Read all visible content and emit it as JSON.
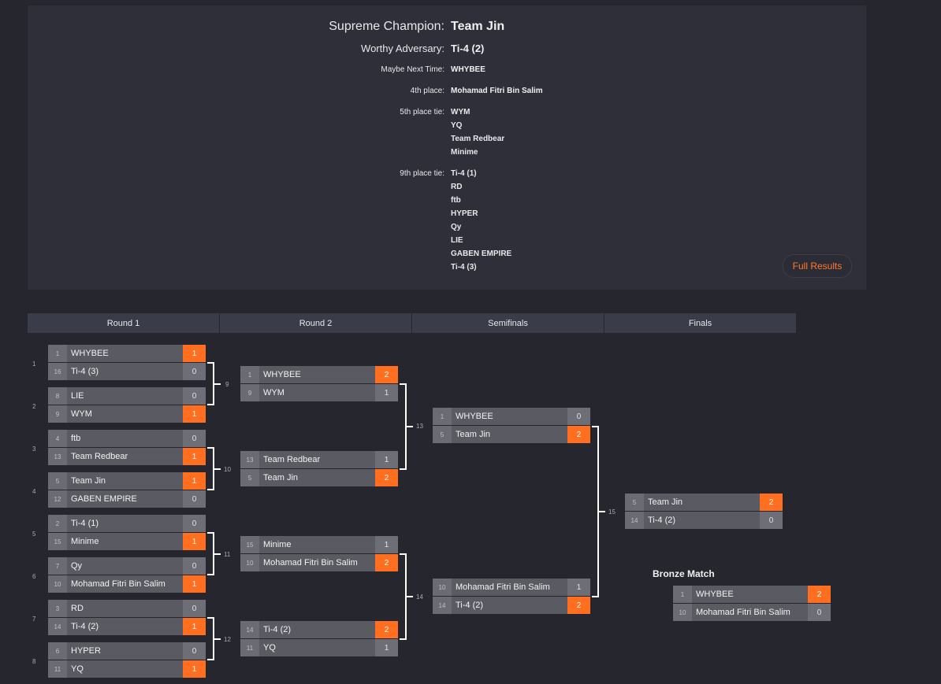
{
  "results": {
    "champion_label": "Supreme Champion:",
    "champion": "Team Jin",
    "runner_up_label": "Worthy Adversary:",
    "runner_up": "Ti-4 (2)",
    "third_label": "Maybe Next Time:",
    "third": "WHYBEE",
    "fourth_label": "4th place:",
    "fourth": "Mohamad Fitri Bin Salim",
    "fifth_label": "5th place tie:",
    "fifth": [
      "WYM",
      "YQ",
      "Team Redbear",
      "Minime"
    ],
    "ninth_label": "9th place tie:",
    "ninth": [
      "Ti-4 (1)",
      "RD",
      "ftb",
      "HYPER",
      "Qy",
      "LIE",
      "GABEN EMPIRE",
      "Ti-4 (3)"
    ],
    "full_results_label": "Full Results"
  },
  "rounds": [
    "Round 1",
    "Round 2",
    "Semifinals",
    "Finals"
  ],
  "matches": [
    {
      "num": "1",
      "top": {
        "seed": "1",
        "name": "WHYBEE",
        "score": "1",
        "win": true
      },
      "bot": {
        "seed": "16",
        "name": "Ti-4 (3)",
        "score": "0",
        "win": false
      }
    },
    {
      "num": "2",
      "top": {
        "seed": "8",
        "name": "LIE",
        "score": "0",
        "win": false
      },
      "bot": {
        "seed": "9",
        "name": "WYM",
        "score": "1",
        "win": true
      }
    },
    {
      "num": "3",
      "top": {
        "seed": "4",
        "name": "ftb",
        "score": "0",
        "win": false
      },
      "bot": {
        "seed": "13",
        "name": "Team Redbear",
        "score": "1",
        "win": true
      }
    },
    {
      "num": "4",
      "top": {
        "seed": "5",
        "name": "Team Jin",
        "score": "1",
        "win": true
      },
      "bot": {
        "seed": "12",
        "name": "GABEN EMPIRE",
        "score": "0",
        "win": false
      }
    },
    {
      "num": "5",
      "top": {
        "seed": "2",
        "name": "Ti-4 (1)",
        "score": "0",
        "win": false
      },
      "bot": {
        "seed": "15",
        "name": "Minime",
        "score": "1",
        "win": true
      }
    },
    {
      "num": "6",
      "top": {
        "seed": "7",
        "name": "Qy",
        "score": "0",
        "win": false
      },
      "bot": {
        "seed": "10",
        "name": "Mohamad Fitri Bin Salim",
        "score": "1",
        "win": true
      }
    },
    {
      "num": "7",
      "top": {
        "seed": "3",
        "name": "RD",
        "score": "0",
        "win": false
      },
      "bot": {
        "seed": "14",
        "name": "Ti-4 (2)",
        "score": "1",
        "win": true
      }
    },
    {
      "num": "8",
      "top": {
        "seed": "6",
        "name": "HYPER",
        "score": "0",
        "win": false
      },
      "bot": {
        "seed": "11",
        "name": "YQ",
        "score": "1",
        "win": true
      }
    },
    {
      "num": "9",
      "top": {
        "seed": "1",
        "name": "WHYBEE",
        "score": "2",
        "win": true
      },
      "bot": {
        "seed": "9",
        "name": "WYM",
        "score": "1",
        "win": false
      }
    },
    {
      "num": "10",
      "top": {
        "seed": "13",
        "name": "Team Redbear",
        "score": "1",
        "win": false
      },
      "bot": {
        "seed": "5",
        "name": "Team Jin",
        "score": "2",
        "win": true
      }
    },
    {
      "num": "11",
      "top": {
        "seed": "15",
        "name": "Minime",
        "score": "1",
        "win": false
      },
      "bot": {
        "seed": "10",
        "name": "Mohamad Fitri Bin Salim",
        "score": "2",
        "win": true
      }
    },
    {
      "num": "12",
      "top": {
        "seed": "14",
        "name": "Ti-4 (2)",
        "score": "2",
        "win": true
      },
      "bot": {
        "seed": "11",
        "name": "YQ",
        "score": "1",
        "win": false
      }
    },
    {
      "num": "13",
      "top": {
        "seed": "1",
        "name": "WHYBEE",
        "score": "0",
        "win": false
      },
      "bot": {
        "seed": "5",
        "name": "Team Jin",
        "score": "2",
        "win": true
      }
    },
    {
      "num": "14",
      "top": {
        "seed": "10",
        "name": "Mohamad Fitri Bin Salim",
        "score": "1",
        "win": false
      },
      "bot": {
        "seed": "14",
        "name": "Ti-4 (2)",
        "score": "2",
        "win": true
      }
    },
    {
      "num": "15",
      "top": {
        "seed": "5",
        "name": "Team Jin",
        "score": "2",
        "win": true
      },
      "bot": {
        "seed": "14",
        "name": "Ti-4 (2)",
        "score": "0",
        "win": false
      }
    }
  ],
  "bronze": {
    "title": "Bronze Match",
    "top": {
      "seed": "1",
      "name": "WHYBEE",
      "score": "2",
      "win": true
    },
    "bot": {
      "seed": "10",
      "name": "Mohamad Fitri Bin Salim",
      "score": "0",
      "win": false
    }
  },
  "colors": {
    "win": "#ff6f1f",
    "panel": "#2e2f39",
    "background": "#25262e"
  }
}
